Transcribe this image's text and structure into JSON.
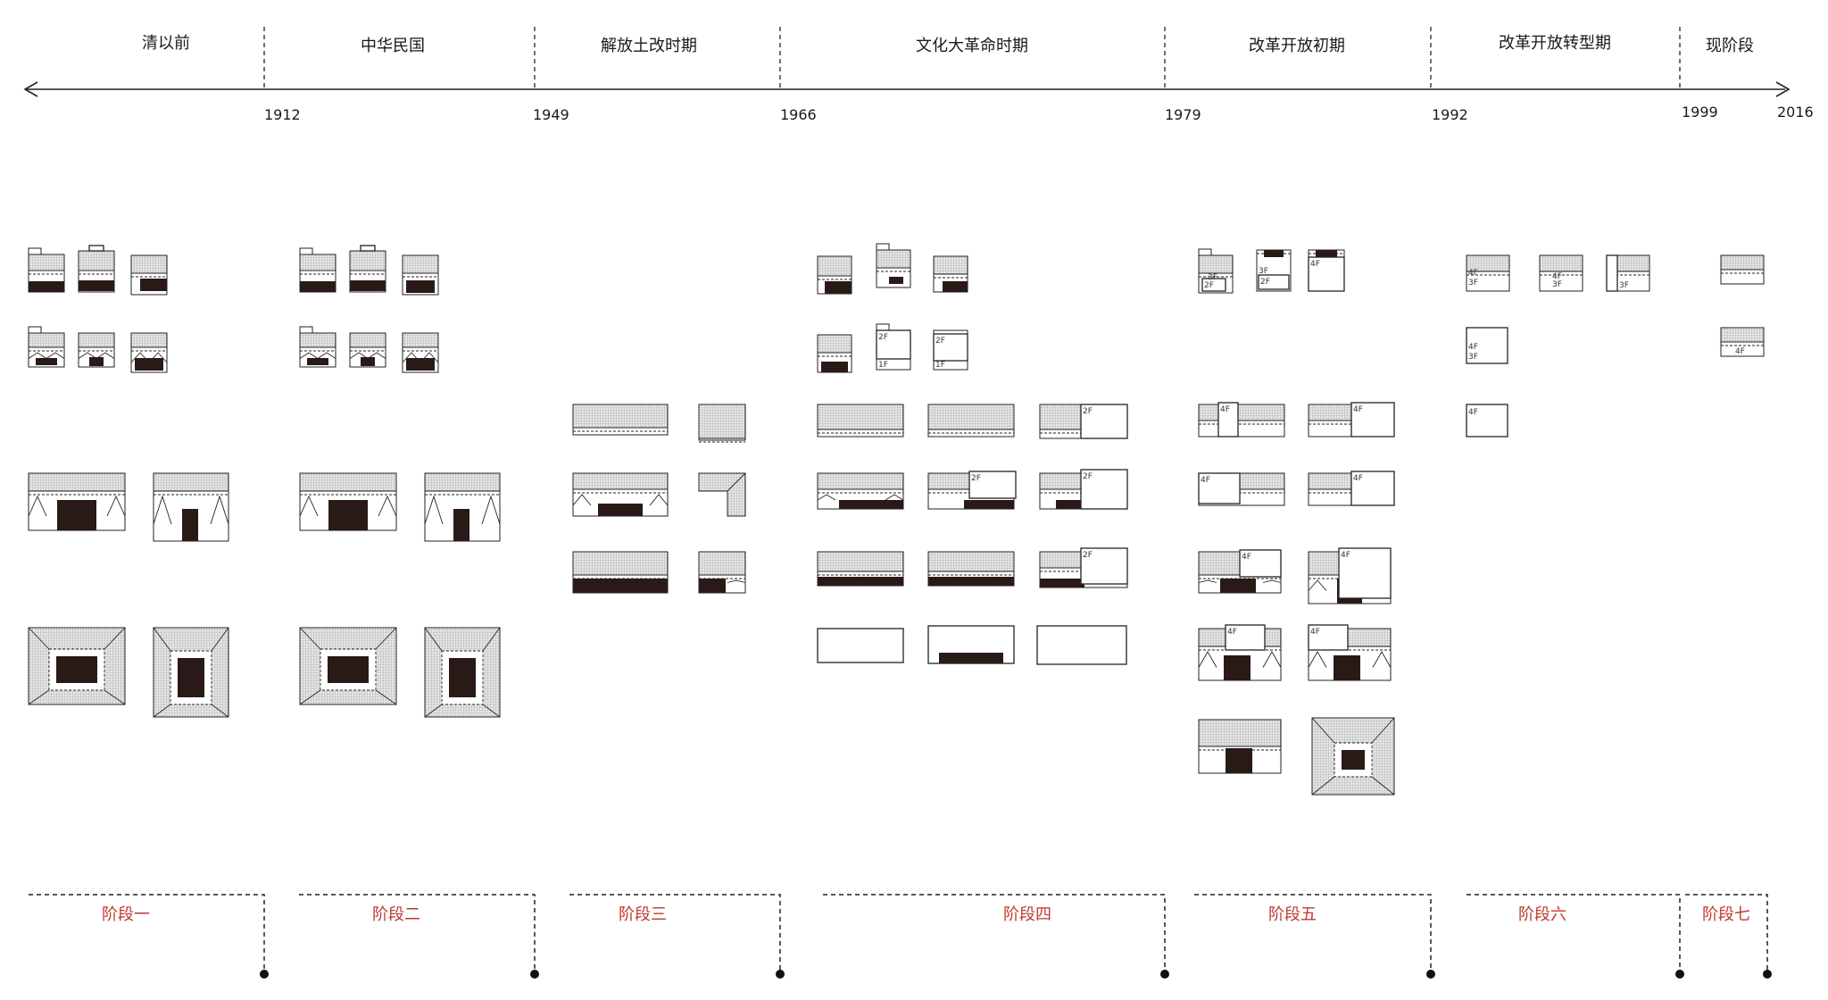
{
  "timeline": {
    "periods": [
      "清以前",
      "中华民国",
      "解放土改时期",
      "文化大革命时期",
      "改革开放初期",
      "改革开放转型期",
      "现阶段"
    ],
    "years": [
      "1912",
      "1949",
      "1966",
      "1979",
      "1992",
      "1999",
      "2016"
    ]
  },
  "stages": [
    "阶段一",
    "阶段二",
    "阶段三",
    "阶段四",
    "阶段五",
    "阶段六",
    "阶段七"
  ],
  "floor_labels": {
    "f1": "1F",
    "f2": "2F",
    "f3": "3F",
    "f4": "4F"
  },
  "colors": {
    "line": "#222222",
    "fill": "#2a1a17",
    "roof": "#d2d2d2",
    "stage_text": "#c0392b",
    "text": "#1a1a1a"
  },
  "icons": {
    "building_plan": "house-floorplan-icon",
    "marker": "timeline-dot-icon"
  }
}
